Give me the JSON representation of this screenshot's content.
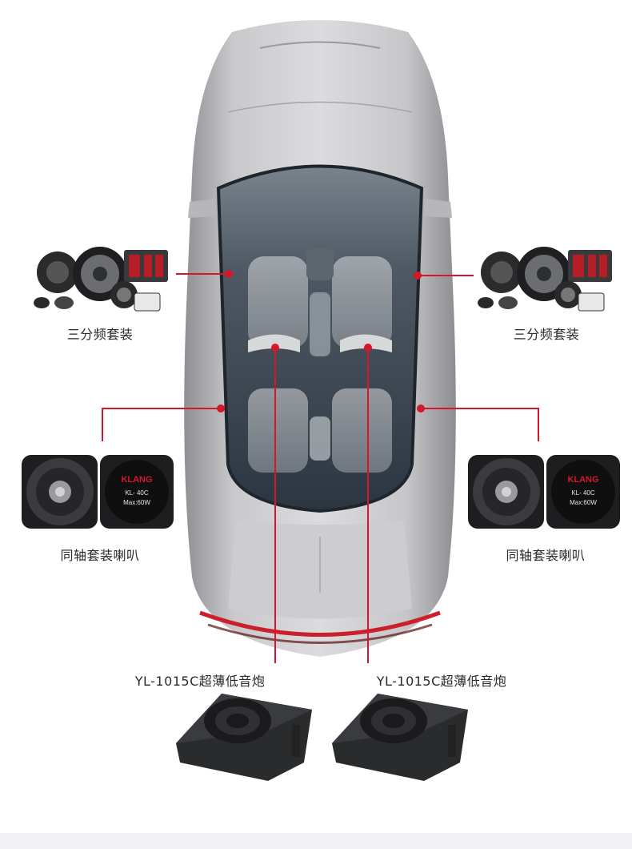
{
  "products": {
    "three_way_left": "三分频套装",
    "three_way_right": "三分频套装",
    "coaxial_left": "同轴套装喇叭",
    "coaxial_right": "同轴套装喇叭",
    "subwoofer_left": "YL-1015C超薄低音炮",
    "subwoofer_right": "YL-1015C超薄低音炮"
  },
  "speaker_branding": {
    "brand": "KLANG",
    "model": "KL- 40C",
    "power": "Max:60W"
  },
  "colors": {
    "accent_red": "#d4172a",
    "car_body": "#c9c9cb",
    "glass": "#3a4550"
  }
}
